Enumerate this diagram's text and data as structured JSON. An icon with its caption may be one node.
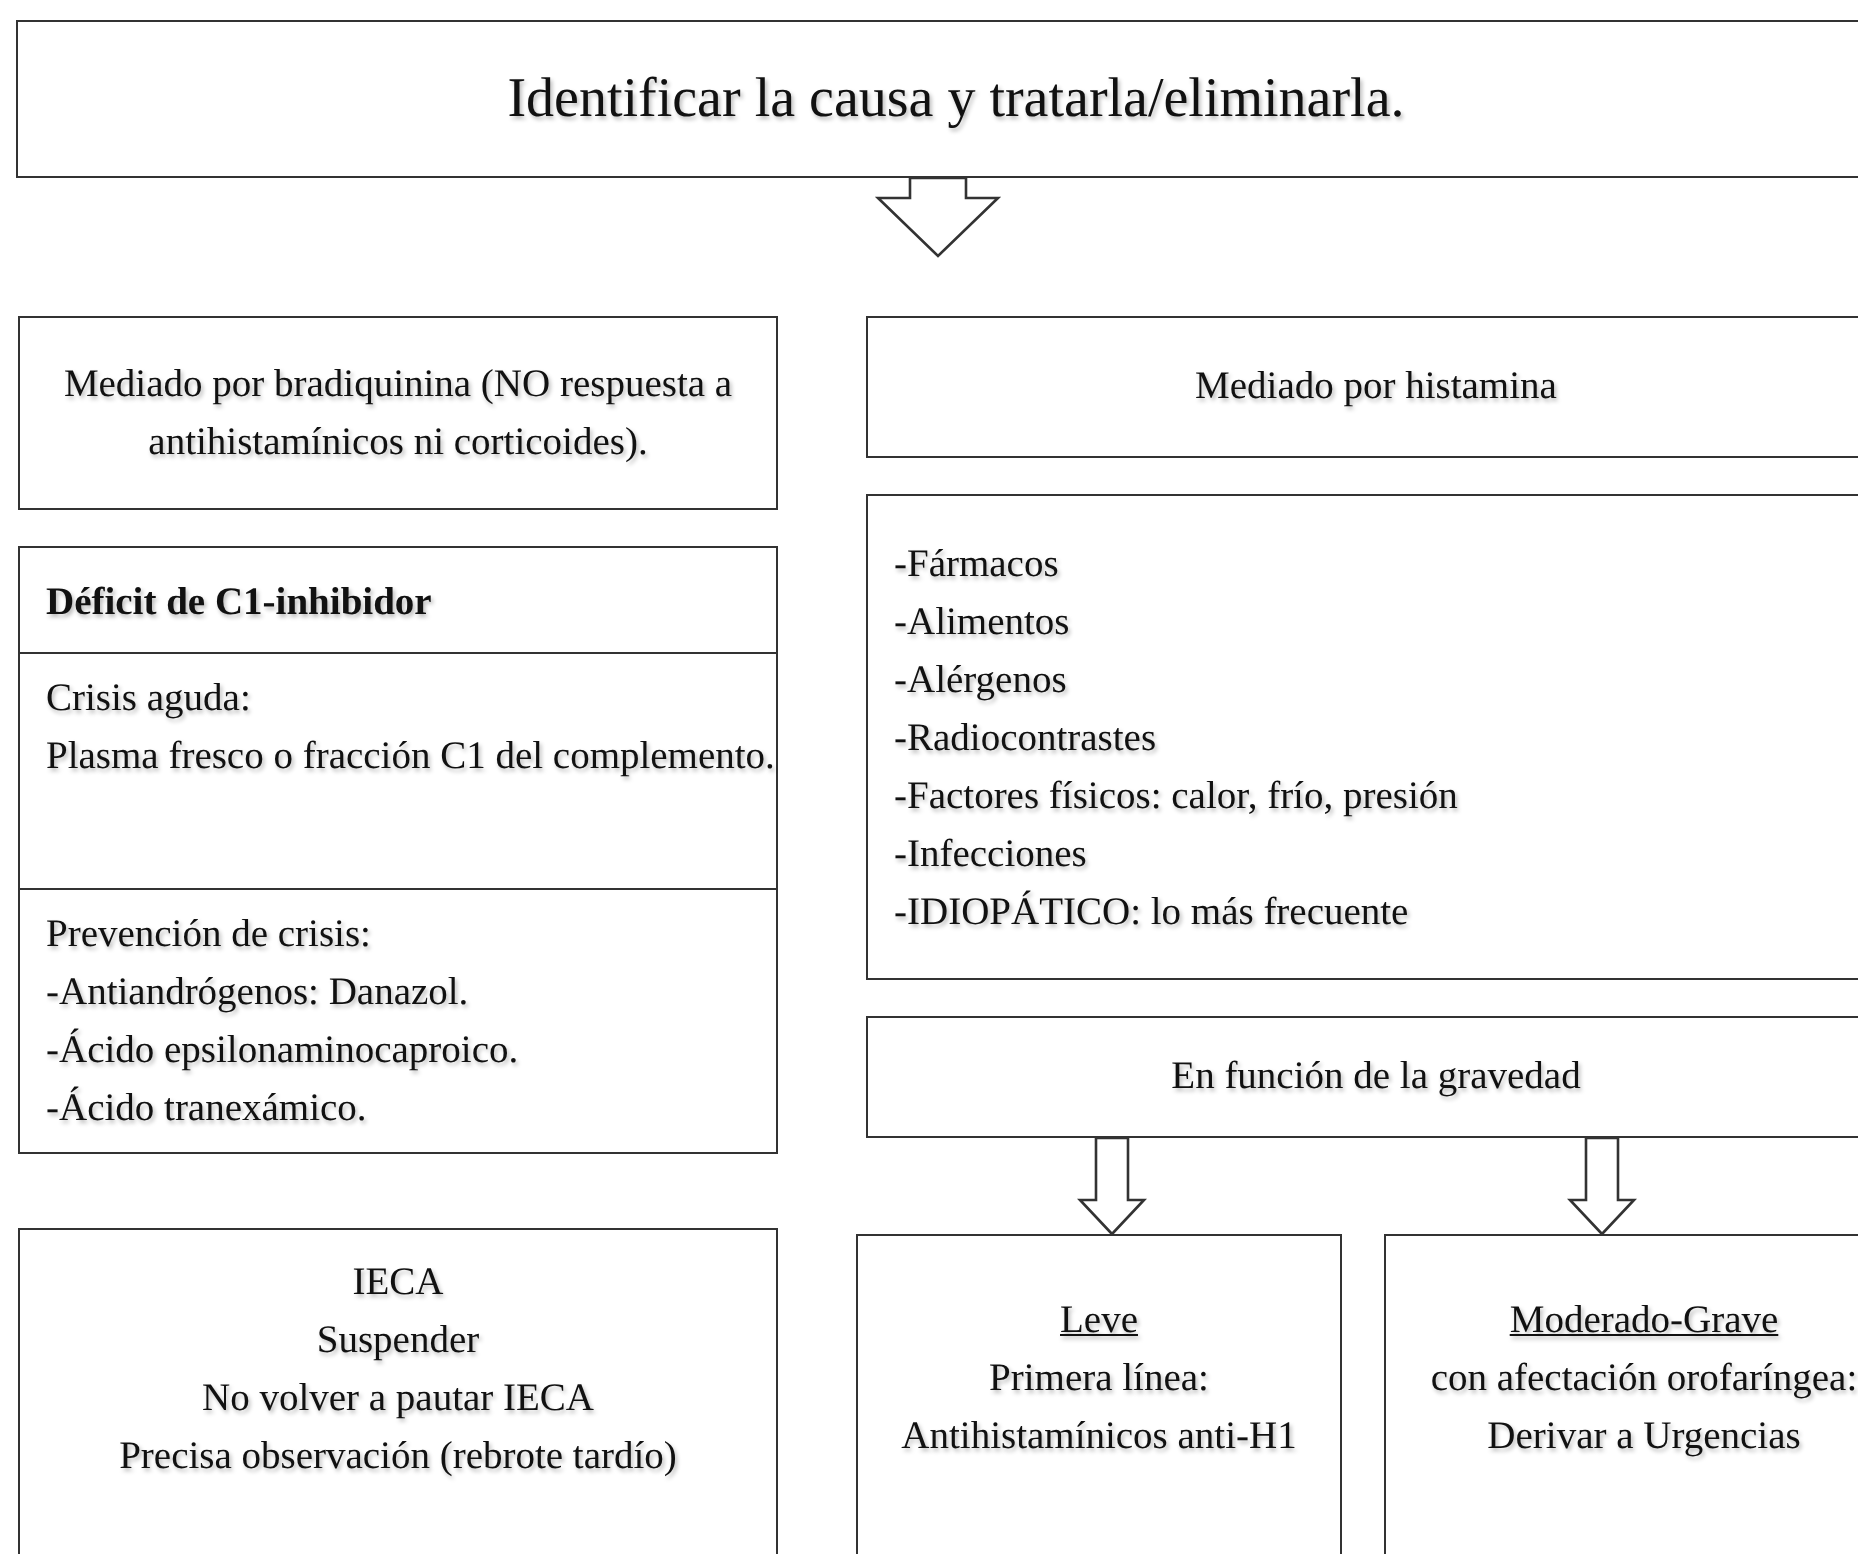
{
  "diagram": {
    "nodes": [
      {
        "text": [
          "Identificar la causa y tratarla/eliminarla."
        ]
      },
      {
        "text": [
          "Mediado por bradiquinina (NO respuesta a antihistamínicos ni corticoides)."
        ]
      },
      {
        "text": [
          "Mediado por histamina"
        ]
      },
      {
        "text": [
          "Déficit de C1-inhibidor"
        ]
      },
      {
        "text": [
          "Crisis aguda:",
          "Plasma fresco o fracción C1 del complemento."
        ],
        "in": 3
      },
      {
        "text": [
          "Prevención de crisis:",
          "-Antiandrógenos: Danazol.",
          "-Ácido epsilonaminocaproico.",
          "-Ácido tranexámico."
        ],
        "in": 3
      },
      {
        "text": [
          "-Fármacos",
          "-Alimentos",
          "-Alérgenos",
          "-Radiocontrastes",
          "-Factores físicos: calor, frío, presión",
          "-Infecciones",
          "-IDIOPÁTICO: lo más frecuente"
        ]
      },
      {
        "text": [
          "En función de la gravedad"
        ]
      },
      {
        "text": [
          "IECA",
          "Suspender",
          "No volver a pautar IECA",
          "Precisa observación (rebrote tardío)"
        ]
      },
      {
        "text": [
          "Leve",
          "Primera línea: Antihistamínicos anti-H1"
        ]
      },
      {
        "text": [
          "Moderado-Grave",
          "con afectación orofaríngea: Derivar a Urgencias"
        ]
      }
    ],
    "edges": [
      {
        "from": 0,
        "to": null,
        "arrow": "to"
      },
      {
        "from": 7,
        "to": 9,
        "arrow": "to"
      },
      {
        "from": 7,
        "to": 10,
        "arrow": "to"
      }
    ]
  }
}
